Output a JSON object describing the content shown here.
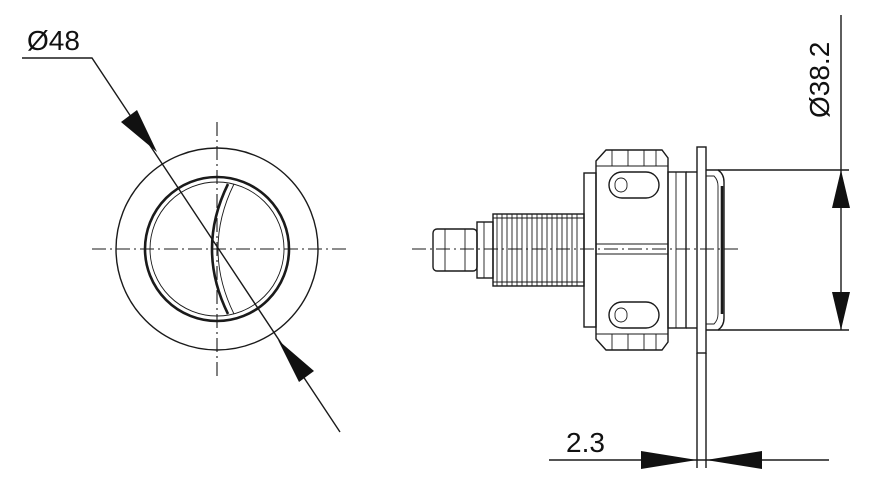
{
  "drawing": {
    "front_view": {
      "dimension_label": "Ø48"
    },
    "side_view": {
      "diameter_label": "Ø38.2",
      "thickness_label": "2.3"
    }
  }
}
